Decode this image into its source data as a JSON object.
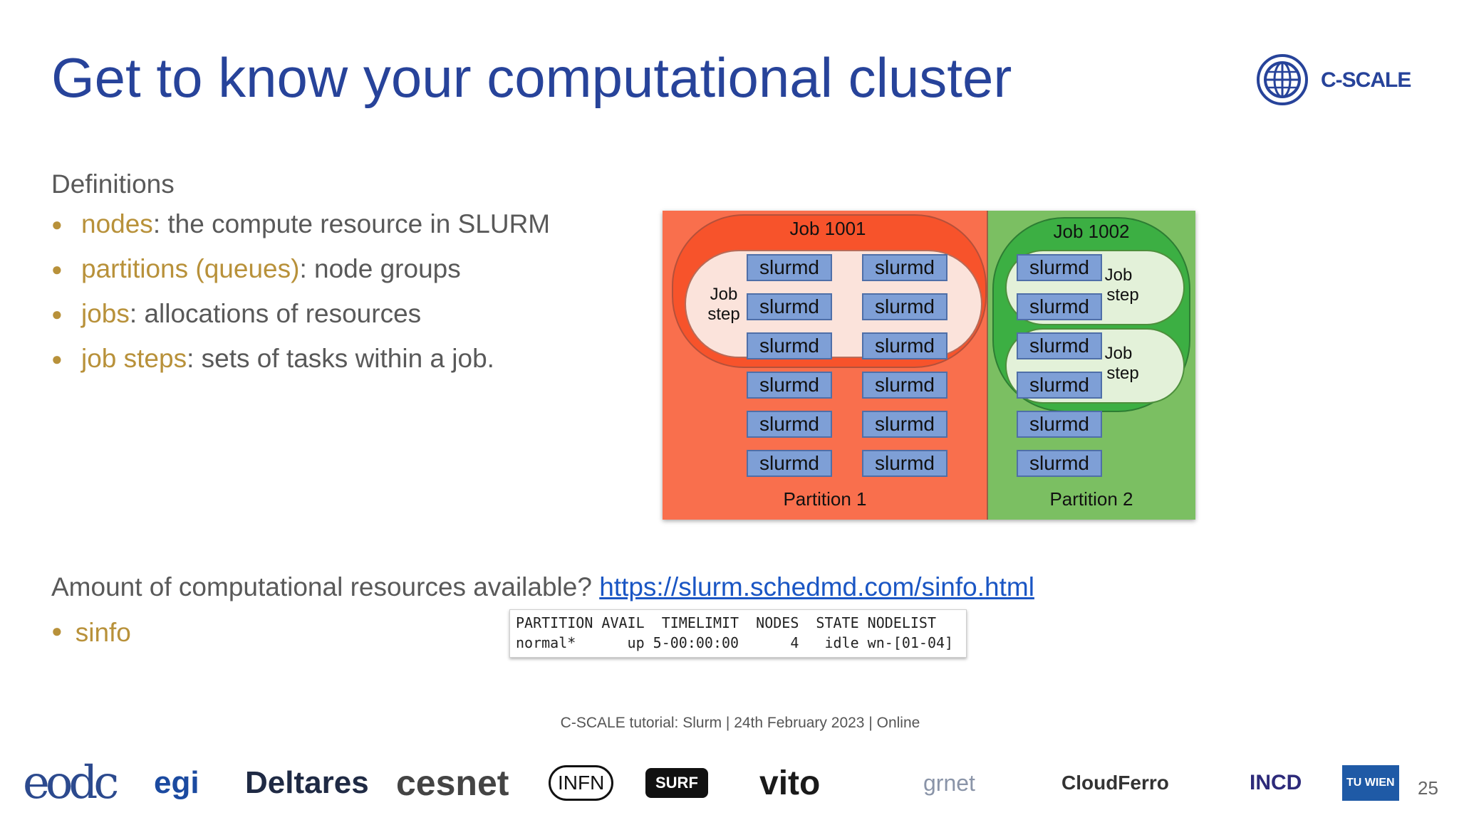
{
  "slide": {
    "title": "Get to know your computational cluster",
    "logo_text": "C-SCALE",
    "definitions_heading": "Definitions",
    "bullets": [
      {
        "term": "nodes",
        "text": ": the compute resource in SLURM"
      },
      {
        "term": "partitions (queues)",
        "text": ": node groups"
      },
      {
        "term": "jobs",
        "text": ": allocations of resources"
      },
      {
        "term": "job steps",
        "text": ": sets of tasks within a job."
      }
    ],
    "amount_question": "Amount of computational resources available? ",
    "amount_link": "https://slurm.schedmd.com/sinfo.html",
    "sinfo_term": "sinfo",
    "terminal_header": "PARTITION AVAIL  TIMELIMIT  NODES  STATE NODELIST",
    "terminal_row": "normal*      up 5-00:00:00      4   idle wn-[01-04]",
    "footer": "C-SCALE tutorial: Slurm | 24th February 2023 | Online",
    "page_number": "25"
  },
  "diagram": {
    "job1_label": "Job 1001",
    "job2_label": "Job 1002",
    "partition1_label": "Partition 1",
    "partition2_label": "Partition 2",
    "job_step_line1": "Job",
    "job_step_line2": "step",
    "node_label": "slurmd",
    "colors": {
      "partition1_bg": "#f96f4d",
      "partition2_bg": "#7bbf62",
      "job1_bg": "#f7532b",
      "job2_bg": "#3caf43",
      "step1_bg": "#fbe3db",
      "step2_bg": "#e3f1d9",
      "node_bg": "#7e9fd6",
      "node_border": "#4f6fa8"
    }
  },
  "partners": [
    {
      "name": "eodc"
    },
    {
      "name": "egi"
    },
    {
      "name": "Deltares"
    },
    {
      "name": "cesnet"
    },
    {
      "name": "INFN"
    },
    {
      "name": "SURF"
    },
    {
      "name": "vito"
    },
    {
      "name": "grnet"
    },
    {
      "name": "CloudFerro"
    },
    {
      "name": "INCD"
    },
    {
      "name": "TU WIEN"
    }
  ]
}
